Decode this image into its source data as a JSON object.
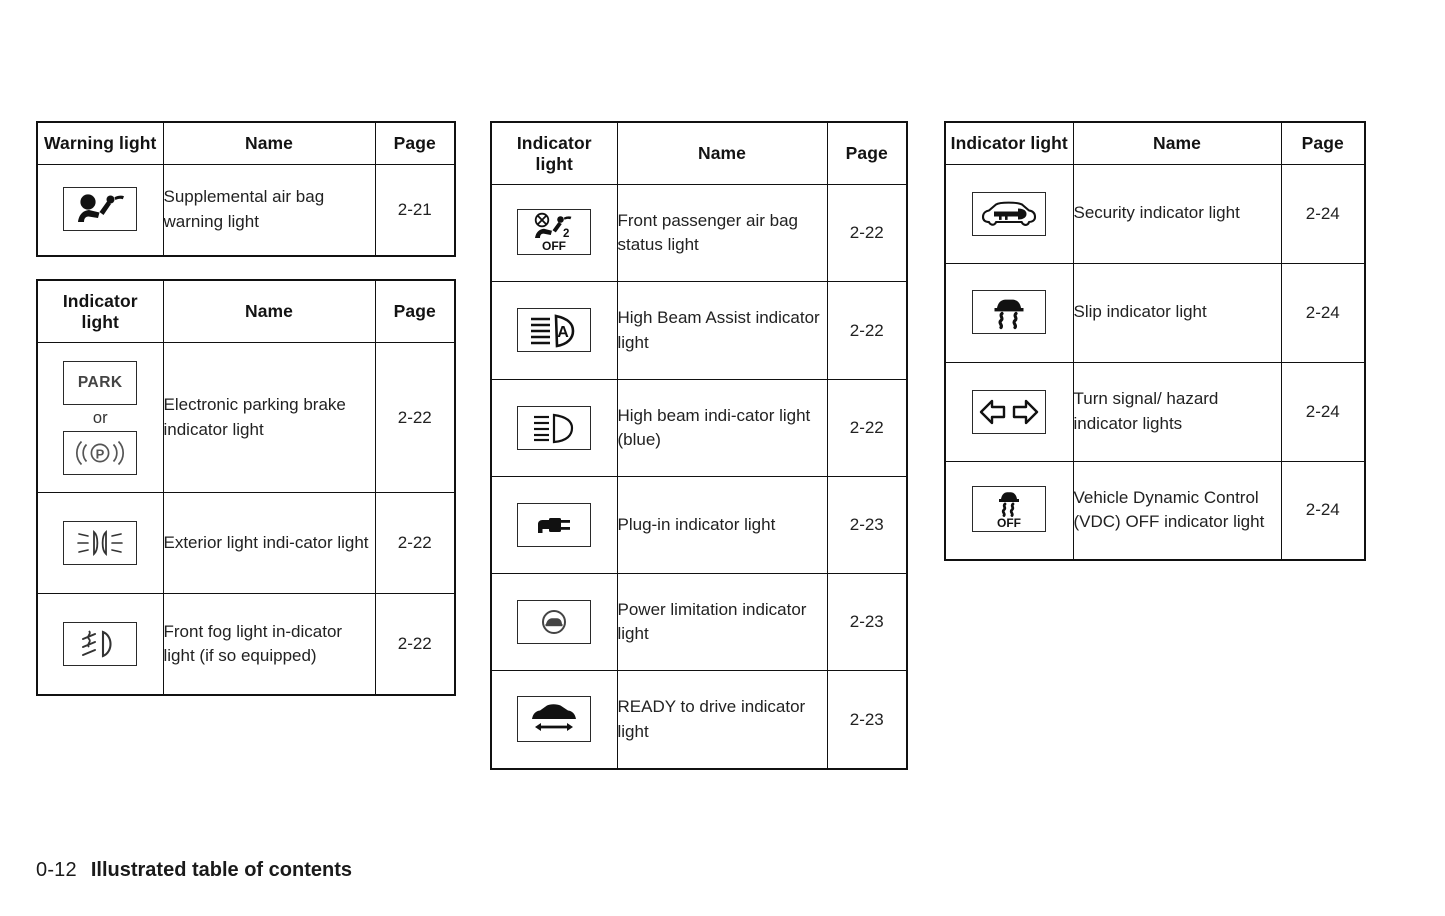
{
  "footer": {
    "page_number": "0-12",
    "title": "Illustrated table of contents"
  },
  "tables": [
    {
      "id": "warning-light-table",
      "headers": {
        "icon": "Warning light",
        "name": "Name",
        "page": "Page"
      },
      "rows": [
        {
          "icon": "supplemental-air-bag-warning-icon",
          "name": "Supplemental air bag warning light",
          "page": "2-21"
        }
      ]
    },
    {
      "id": "indicator-light-table-left",
      "headers": {
        "icon": "Indicator light",
        "name": "Name",
        "page": "Page"
      },
      "rows": [
        {
          "icon": "electronic-parking-brake-icon",
          "icon_label_1": "PARK",
          "icon_or": "or",
          "name": "Electronic parking brake indicator light",
          "page": "2-22"
        },
        {
          "icon": "exterior-light-icon",
          "name": "Exterior light indi-cator light",
          "page": "2-22"
        },
        {
          "icon": "front-fog-light-icon",
          "name": "Front fog light in-dicator light (if so equipped)",
          "page": "2-22"
        }
      ]
    },
    {
      "id": "indicator-light-table-middle",
      "headers": {
        "icon": "Indicator light",
        "name": "Name",
        "page": "Page"
      },
      "rows": [
        {
          "icon": "front-passenger-air-bag-status-icon",
          "icon_text_off": "OFF",
          "icon_text_num": "2",
          "name": "Front passenger air bag status light",
          "page": "2-22"
        },
        {
          "icon": "high-beam-assist-icon",
          "icon_letter": "A",
          "name": "High Beam Assist indicator light",
          "page": "2-22"
        },
        {
          "icon": "high-beam-icon",
          "name": "High beam indi-cator light (blue)",
          "page": "2-22"
        },
        {
          "icon": "plug-in-icon",
          "name": "Plug-in indicator light",
          "page": "2-23"
        },
        {
          "icon": "power-limitation-icon",
          "name": "Power limitation indicator light",
          "page": "2-23"
        },
        {
          "icon": "ready-to-drive-icon",
          "name": "READY to drive indicator light",
          "page": "2-23"
        }
      ]
    },
    {
      "id": "indicator-light-table-right",
      "headers": {
        "icon": "Indicator light",
        "name": "Name",
        "page": "Page"
      },
      "rows": [
        {
          "icon": "security-indicator-icon",
          "name": "Security indicator light",
          "page": "2-24"
        },
        {
          "icon": "slip-indicator-icon",
          "name": "Slip indicator light",
          "page": "2-24"
        },
        {
          "icon": "turn-signal-hazard-icon",
          "name": "Turn signal/ hazard indicator lights",
          "page": "2-24"
        },
        {
          "icon": "vdc-off-icon",
          "icon_text_off": "OFF",
          "name": "Vehicle Dynamic Control (VDC) OFF indicator light",
          "page": "2-24"
        }
      ]
    }
  ],
  "colors": {
    "border": "#111111",
    "text": "#1a1a1a",
    "icon": "#111111",
    "background": "#ffffff"
  }
}
